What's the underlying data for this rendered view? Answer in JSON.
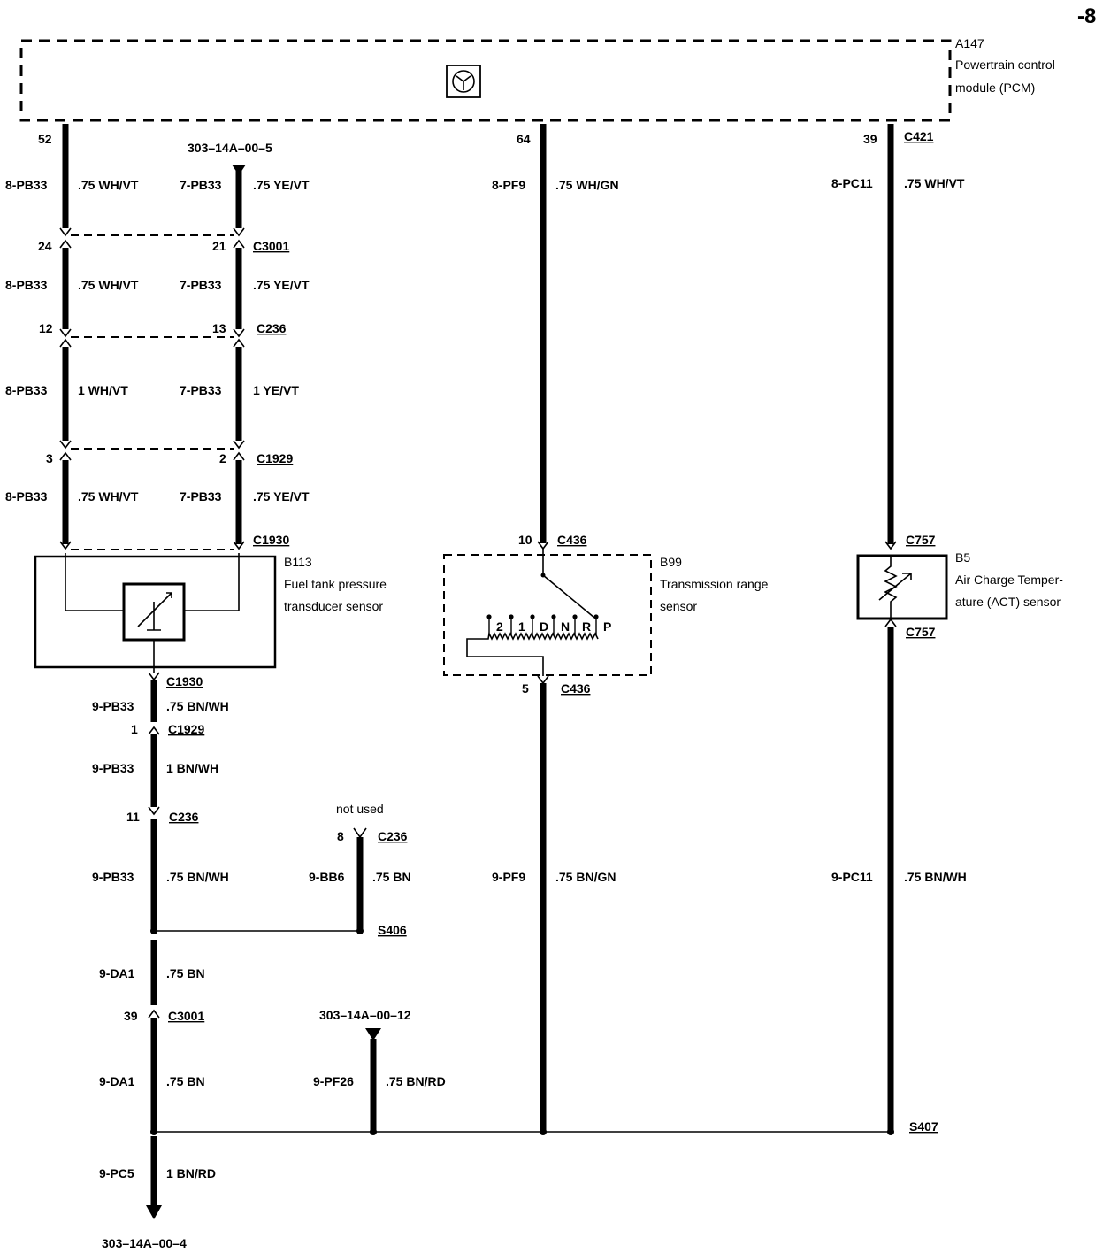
{
  "page": {
    "page_marker": "-8"
  },
  "pcm": {
    "id": "A147",
    "name_line1": "Powertrain control",
    "name_line2": "module (PCM)"
  },
  "left_circuit": {
    "pin_pcm": "52",
    "ref_top": "303–14A–00–5",
    "seg1": {
      "left_circuit": "8-PB33",
      "left_wire": ".75 WH/VT",
      "right_circuit": "7-PB33",
      "right_wire": ".75 YE/VT"
    },
    "c3001": {
      "pin_left": "24",
      "pin_right": "21",
      "name": "C3001"
    },
    "seg2": {
      "left_circuit": "8-PB33",
      "left_wire": ".75 WH/VT",
      "right_circuit": "7-PB33",
      "right_wire": ".75 YE/VT"
    },
    "c236": {
      "pin_left": "12",
      "pin_right": "13",
      "name": "C236"
    },
    "seg3": {
      "left_circuit": "8-PB33",
      "left_wire": "1 WH/VT",
      "right_circuit": "7-PB33",
      "right_wire": "1 YE/VT"
    },
    "c1929": {
      "pin_left": "3",
      "pin_right": "2",
      "name": "C1929"
    },
    "seg4": {
      "left_circuit": "8-PB33",
      "left_wire": ".75 WH/VT",
      "right_circuit": "7-PB33",
      "right_wire": ".75 YE/VT"
    },
    "c1930_top": "C1930"
  },
  "b113": {
    "id": "B113",
    "name_line1": "Fuel tank pressure",
    "name_line2": "transducer sensor"
  },
  "ground_chain": {
    "c1930_bottom": "C1930",
    "seg_a": {
      "circuit": "9-PB33",
      "wire": ".75 BN/WH"
    },
    "c1929_pin": "1",
    "c1929": "C1929",
    "seg_b": {
      "circuit": "9-PB33",
      "wire": "1 BN/WH"
    },
    "c236_pin": "11",
    "c236": "C236",
    "seg_c": {
      "circuit": "9-PB33",
      "wire": ".75 BN/WH"
    },
    "seg_d": {
      "circuit": "9-DA1",
      "wire": ".75 BN"
    },
    "c3001_pin": "39",
    "c3001": "C3001",
    "seg_e": {
      "circuit": "9-DA1",
      "wire": ".75 BN"
    },
    "seg_f": {
      "circuit": "9-PC5",
      "wire": "1 BN/RD"
    },
    "ref_bottom": "303–14A–00–4"
  },
  "not_used_branch": {
    "note": "not used",
    "pin": "8",
    "connector": "C236",
    "circuit": "9-BB6",
    "wire": ".75 BN",
    "splice": "S406"
  },
  "pf26_branch": {
    "ref": "303–14A–00–12",
    "circuit": "9-PF26",
    "wire": ".75 BN/RD"
  },
  "middle_circuit": {
    "pin_pcm": "64",
    "circuit_top": "8-PF9",
    "wire_top": ".75 WH/GN",
    "pin_in": "10",
    "conn_in": "C436",
    "pin_out": "5",
    "conn_out": "C436",
    "circuit_bottom": "9-PF9",
    "wire_bottom": ".75 BN/GN"
  },
  "b99": {
    "id": "B99",
    "name_line1": "Transmission range",
    "name_line2": "sensor",
    "positions": [
      "2",
      "1",
      "D",
      "N",
      "R",
      "P"
    ]
  },
  "right_circuit": {
    "pin_pcm": "39",
    "conn_pcm": "C421",
    "circuit_top": "8-PC11",
    "wire_top": ".75 WH/VT",
    "conn_in": "C757",
    "conn_out": "C757",
    "circuit_bottom": "9-PC11",
    "wire_bottom": ".75 BN/WH",
    "splice": "S407"
  },
  "b5": {
    "id": "B5",
    "name_line1": "Air Charge Temper-",
    "name_line2": "ature (ACT) sensor"
  }
}
